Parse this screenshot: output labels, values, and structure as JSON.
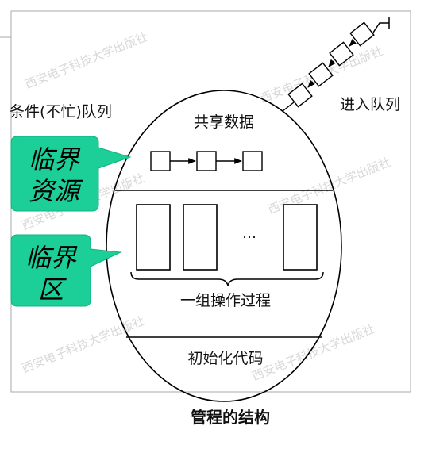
{
  "labels": {
    "condition_queue": "条件(不忙)队列",
    "entry_queue": "进入队列",
    "shared_data": "共享数据",
    "operations": "一组操作过程",
    "init_code": "初始化代码",
    "ellipsis": "…",
    "caption": "管程的结构"
  },
  "callouts": {
    "critical_resource": [
      "临界",
      "资源"
    ],
    "critical_section": [
      "临界",
      "区"
    ]
  },
  "watermark": "西安电子科技大学出版社",
  "colors": {
    "callout_fill": "#1ccf98",
    "line": "#000000",
    "frame": "#aaaaaa"
  }
}
